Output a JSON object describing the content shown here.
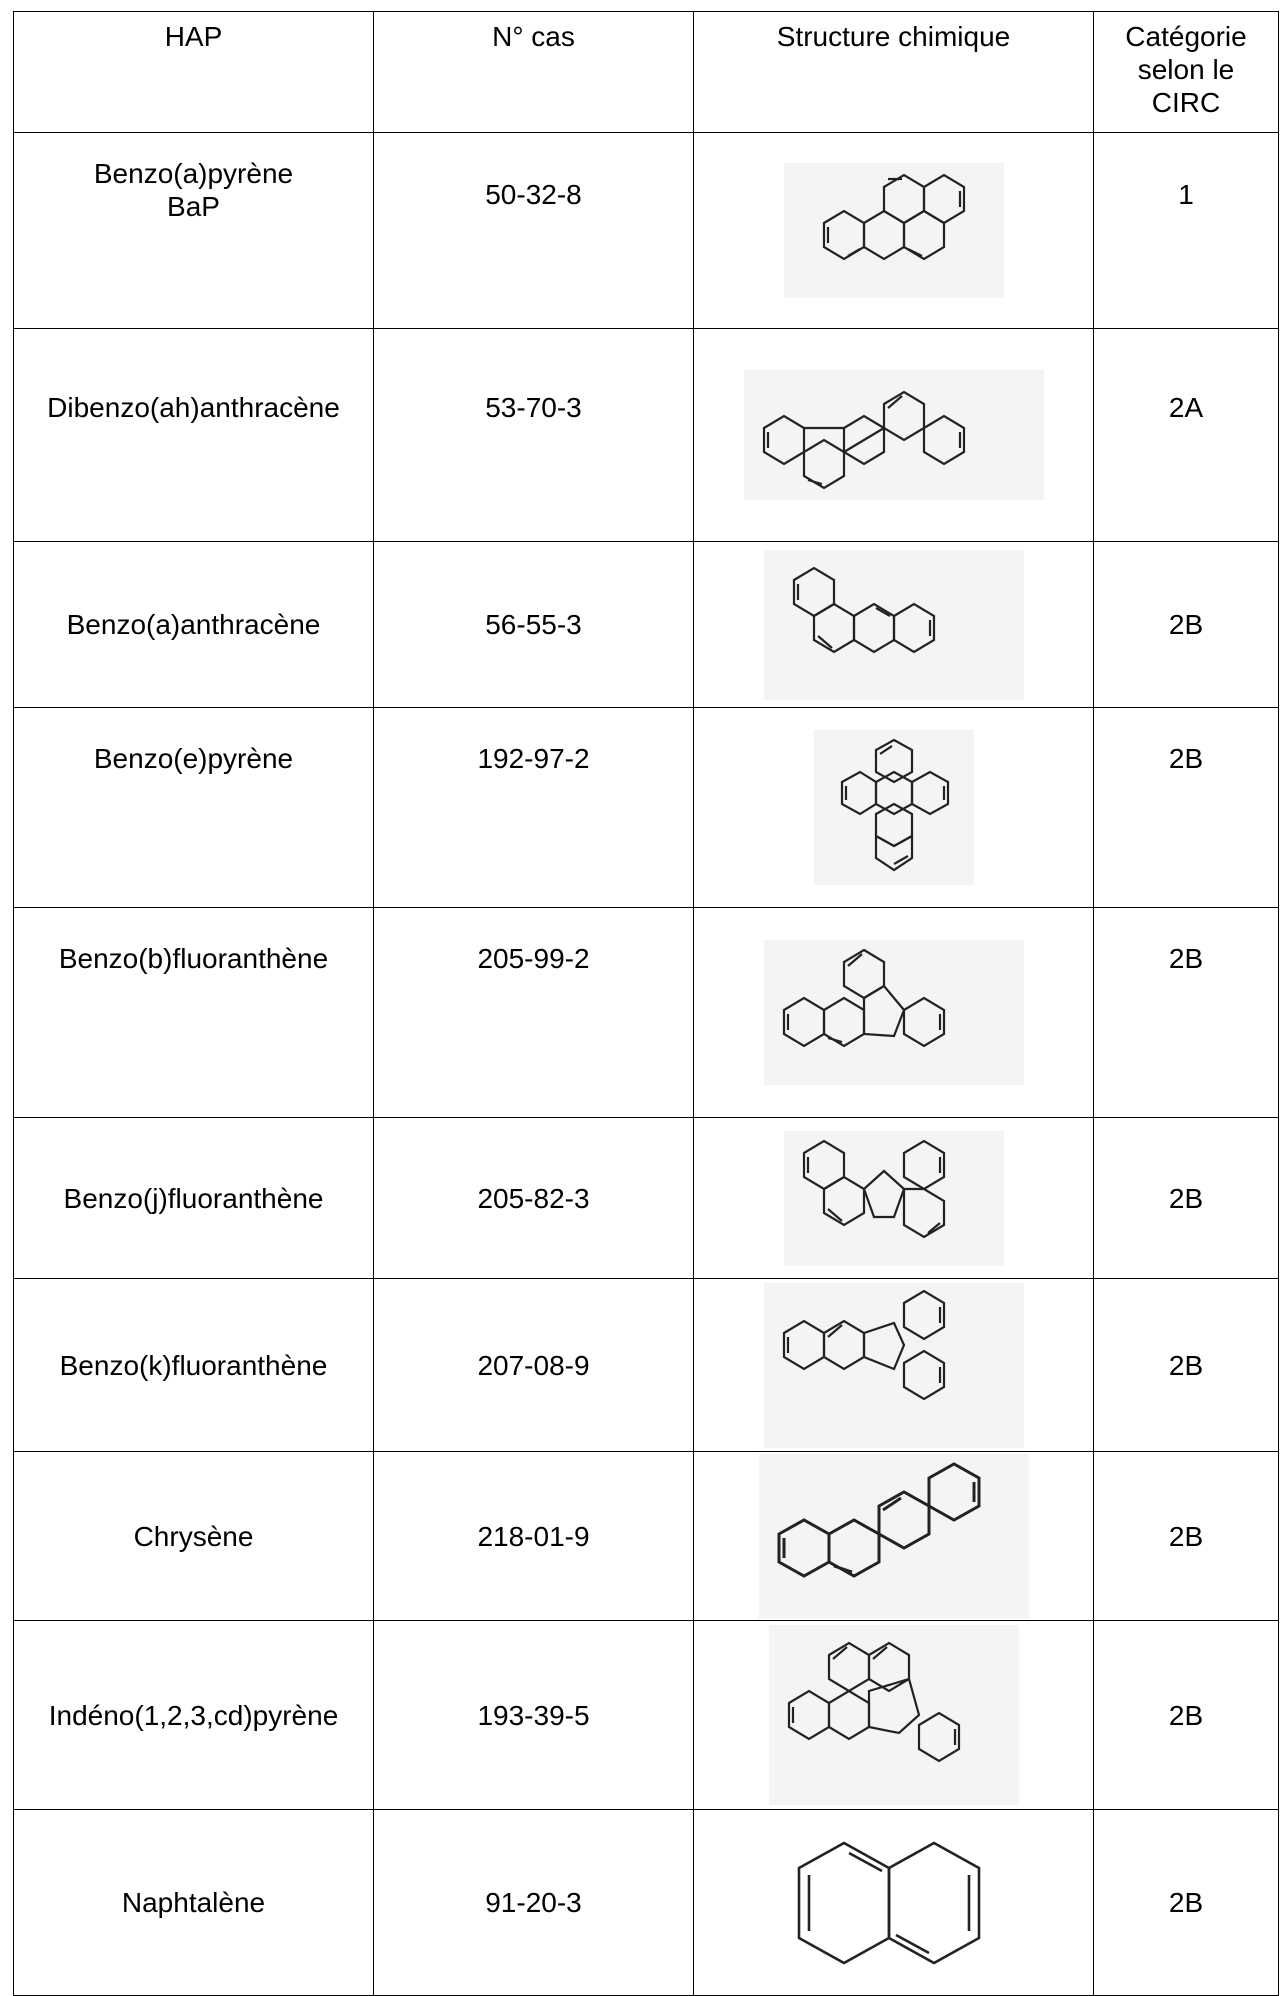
{
  "table": {
    "headers": {
      "hap": "HAP",
      "cas": "N° cas",
      "structure": "Structure chimique",
      "category_line1": "Catégorie",
      "category_line2": "selon le",
      "category_line3": "CIRC"
    },
    "rows": [
      {
        "name_line1": "Benzo(a)pyrène",
        "name_line2": "BaP",
        "cas": "50-32-8",
        "category": "1"
      },
      {
        "name_line1": "Dibenzo(ah)anthracène",
        "cas": "53-70-3",
        "category": "2A"
      },
      {
        "name_line1": "Benzo(a)anthracène",
        "cas": "56-55-3",
        "category": "2B"
      },
      {
        "name_line1": "Benzo(e)pyrène",
        "cas": "192-97-2",
        "category": "2B"
      },
      {
        "name_line1": "Benzo(b)fluoranthène",
        "cas": "205-99-2",
        "category": "2B"
      },
      {
        "name_line1": "Benzo(j)fluoranthène",
        "cas": "205-82-3",
        "category": "2B"
      },
      {
        "name_line1": "Benzo(k)fluoranthène",
        "cas": "207-08-9",
        "category": "2B"
      },
      {
        "name_line1": "Chrysène",
        "cas": "218-01-9",
        "category": "2B"
      },
      {
        "name_line1": "Indéno(1,2,3,cd)pyrène",
        "cas": "193-39-5",
        "category": "2B"
      },
      {
        "name_line1": "Naphtalène",
        "cas": "91-20-3",
        "category": "2B"
      }
    ]
  }
}
